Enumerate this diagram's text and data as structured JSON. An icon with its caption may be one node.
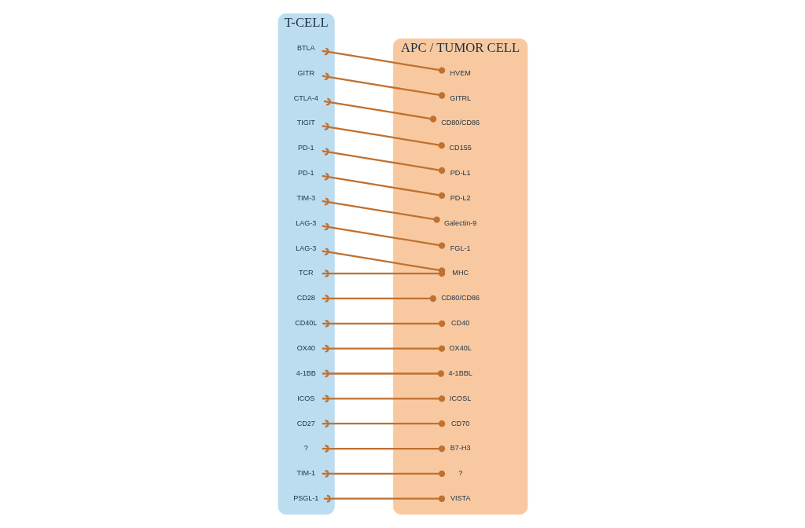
{
  "diagram": {
    "nodes": [
      {
        "text": [
          "T-CELL"
        ]
      },
      {
        "text": [
          "APC / TUMOR CELL"
        ]
      },
      {
        "text": [
          "BTLA"
        ],
        "in": 0
      },
      {
        "text": [
          "HVEM"
        ],
        "in": 1
      },
      {
        "text": [
          "GITR"
        ],
        "in": 0
      },
      {
        "text": [
          "GITRL"
        ],
        "in": 1
      },
      {
        "text": [
          "CTLA-4"
        ],
        "in": 0
      },
      {
        "text": [
          "CD80/CD86"
        ],
        "in": 1
      },
      {
        "text": [
          "TIGIT"
        ],
        "in": 0
      },
      {
        "text": [
          "CD155"
        ],
        "in": 1
      },
      {
        "text": [
          "PD-1"
        ],
        "in": 0
      },
      {
        "text": [
          "PD-L1"
        ],
        "in": 1
      },
      {
        "text": [
          "PD-1"
        ],
        "in": 0
      },
      {
        "text": [
          "PD-L2"
        ],
        "in": 1
      },
      {
        "text": [
          "TIM-3"
        ],
        "in": 0
      },
      {
        "text": [
          "Galectin-9"
        ],
        "in": 1
      },
      {
        "text": [
          "LAG-3"
        ],
        "in": 0
      },
      {
        "text": [
          "FGL-1"
        ],
        "in": 1
      },
      {
        "text": [
          "LAG-3"
        ],
        "in": 0
      },
      {
        "text": [
          "TCR"
        ],
        "in": 0
      },
      {
        "text": [
          "MHC"
        ],
        "in": 1
      },
      {
        "text": [
          "CD28"
        ],
        "in": 0
      },
      {
        "text": [
          "CD80/CD86"
        ],
        "in": 1
      },
      {
        "text": [
          "CD40L"
        ],
        "in": 0
      },
      {
        "text": [
          "CD40"
        ],
        "in": 1
      },
      {
        "text": [
          "OX40"
        ],
        "in": 0
      },
      {
        "text": [
          "OX40L"
        ],
        "in": 1
      },
      {
        "text": [
          "4-1BB"
        ],
        "in": 0
      },
      {
        "text": [
          "4-1BBL"
        ],
        "in": 1
      },
      {
        "text": [
          "ICOS"
        ],
        "in": 0
      },
      {
        "text": [
          "ICOSL"
        ],
        "in": 1
      },
      {
        "text": [
          "CD27"
        ],
        "in": 0
      },
      {
        "text": [
          "CD70"
        ],
        "in": 1
      },
      {
        "text": [
          "?"
        ],
        "in": 0
      },
      {
        "text": [
          "B7-H3"
        ],
        "in": 1
      },
      {
        "text": [
          "TIM-1"
        ],
        "in": 0
      },
      {
        "text": [
          "?"
        ],
        "in": 1
      },
      {
        "text": [
          "PSGL-1"
        ],
        "in": 0
      },
      {
        "text": [
          "VISTA"
        ],
        "in": 1
      }
    ],
    "edges": [
      {
        "from": 2,
        "to": 3,
        "arrow": "other"
      },
      {
        "from": 4,
        "to": 5,
        "arrow": "other"
      },
      {
        "from": 6,
        "to": 7,
        "arrow": "other"
      },
      {
        "from": 8,
        "to": 9,
        "arrow": "other"
      },
      {
        "from": 10,
        "to": 11,
        "arrow": "other"
      },
      {
        "from": 12,
        "to": 13,
        "arrow": "other"
      },
      {
        "from": 14,
        "to": 15,
        "arrow": "other"
      },
      {
        "from": 16,
        "to": 17,
        "arrow": "other"
      },
      {
        "from": 18,
        "to": 20,
        "arrow": "other"
      },
      {
        "from": 19,
        "to": 20,
        "arrow": "other"
      },
      {
        "from": 21,
        "to": 22,
        "arrow": "other"
      },
      {
        "from": 23,
        "to": 24,
        "arrow": "other"
      },
      {
        "from": 25,
        "to": 26,
        "arrow": "other"
      },
      {
        "from": 27,
        "to": 28,
        "arrow": "other"
      },
      {
        "from": 29,
        "to": 30,
        "arrow": "other"
      },
      {
        "from": 31,
        "to": 32,
        "arrow": "other"
      },
      {
        "from": 33,
        "to": 34,
        "arrow": "other"
      },
      {
        "from": 35,
        "to": 36,
        "arrow": "other"
      },
      {
        "from": 37,
        "to": 38,
        "arrow": "other"
      }
    ]
  }
}
